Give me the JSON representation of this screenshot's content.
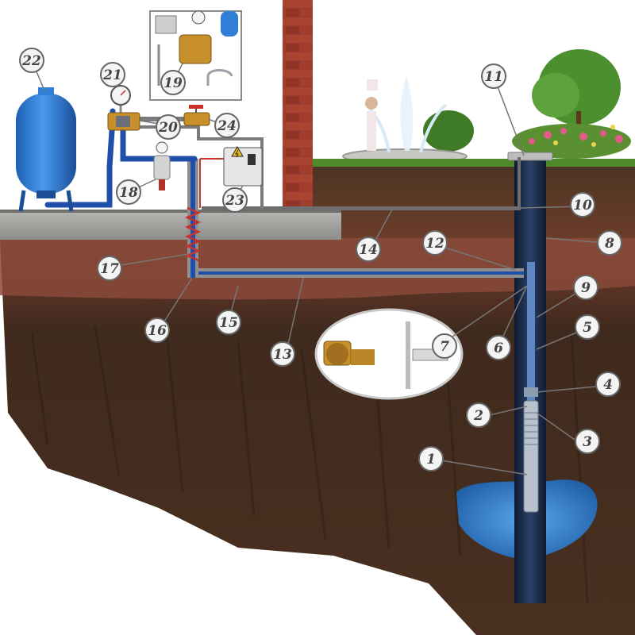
{
  "colors": {
    "soil_dark": "#3b2418",
    "soil_mid": "#5a3a26",
    "soil_red": "#8a4a3a",
    "concrete": "#9a9a98",
    "brick": "#9b3a2e",
    "grass": "#4f8a2a",
    "pipe_blue": "#1f4fa8",
    "pipe_grey": "#8f8f8f",
    "tank_blue": "#2f7fd6",
    "casing": "#1e2e4a",
    "water": "#3a86d8",
    "brass": "#c8902a",
    "callout_fill": "#f4f4f4",
    "callout_stroke": "#666666"
  },
  "callouts": [
    {
      "id": "1",
      "label": "1"
    },
    {
      "id": "2",
      "label": "2"
    },
    {
      "id": "3",
      "label": "3"
    },
    {
      "id": "4",
      "label": "4"
    },
    {
      "id": "5",
      "label": "5"
    },
    {
      "id": "6",
      "label": "6"
    },
    {
      "id": "7",
      "label": "7"
    },
    {
      "id": "8",
      "label": "8"
    },
    {
      "id": "9",
      "label": "9"
    },
    {
      "id": "10",
      "label": "10"
    },
    {
      "id": "11",
      "label": "11"
    },
    {
      "id": "12",
      "label": "12"
    },
    {
      "id": "13",
      "label": "13"
    },
    {
      "id": "14",
      "label": "14"
    },
    {
      "id": "15",
      "label": "15"
    },
    {
      "id": "16",
      "label": "16"
    },
    {
      "id": "17",
      "label": "17"
    },
    {
      "id": "18",
      "label": "18"
    },
    {
      "id": "19",
      "label": "19"
    },
    {
      "id": "20",
      "label": "20"
    },
    {
      "id": "21",
      "label": "21"
    },
    {
      "id": "22",
      "label": "22"
    },
    {
      "id": "23",
      "label": "23"
    },
    {
      "id": "24",
      "label": "24"
    }
  ],
  "icons": {
    "pressure_gauge": "pressure-gauge-icon",
    "electrical_hazard": "lightning-icon",
    "faucet": "faucet-icon"
  }
}
